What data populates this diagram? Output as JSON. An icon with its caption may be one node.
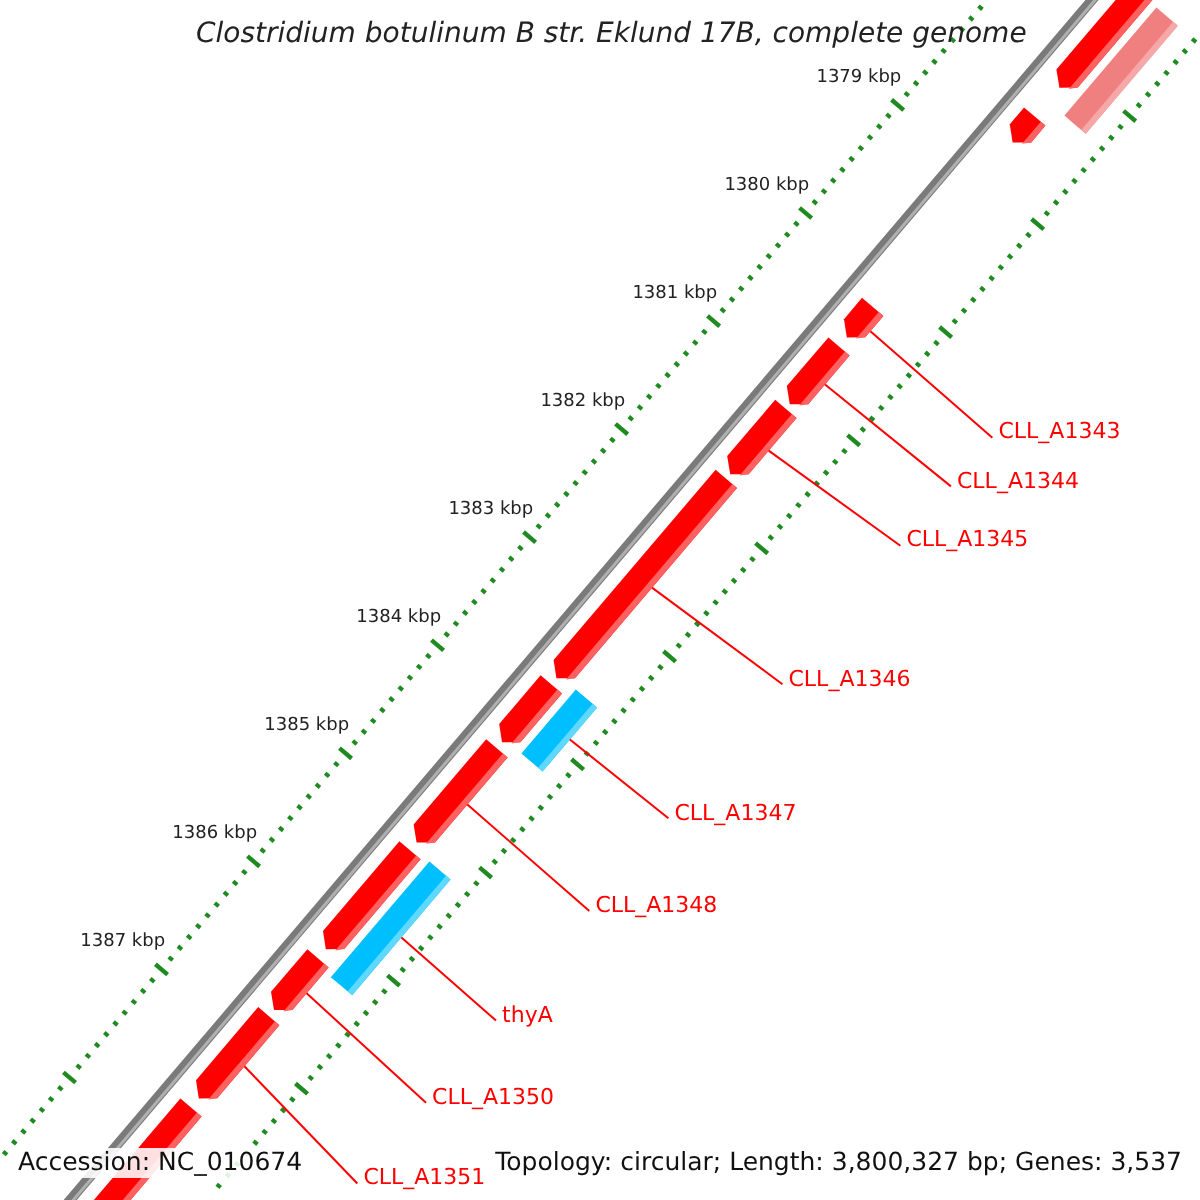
{
  "diagram": {
    "title": "Clostridium botulinum B str. Eklund 17B, complete genome",
    "nodes": [
      {
        "text": [
          "CLL_A1343"
        ]
      },
      {
        "text": [
          "CLL_A1344"
        ]
      },
      {
        "text": [
          "CLL_A1345"
        ]
      },
      {
        "text": [
          "CLL_A1346"
        ]
      },
      {
        "text": [
          "CLL_A1347"
        ]
      },
      {
        "text": [
          "CLL_A1348"
        ]
      },
      {
        "text": [
          "thyA"
        ]
      },
      {
        "text": [
          "CLL_A1350"
        ]
      },
      {
        "text": [
          "CLL_A1351"
        ]
      },
      {
        "text": [],
        "shape": "bar"
      },
      {
        "text": [],
        "shape": "bar"
      },
      {
        "text": [],
        "shape": "bar"
      },
      {
        "text": [],
        "shape": "bar"
      },
      {
        "text": [],
        "shape": "bar"
      },
      {
        "text": [],
        "shape": "bar"
      },
      {
        "text": [],
        "shape": "bar"
      },
      {
        "text": [],
        "shape": "bar"
      },
      {
        "text": [],
        "shape": "bar"
      },
      {
        "text": [],
        "shape": "bar"
      },
      {
        "text": [],
        "shape": "bar"
      },
      {
        "text": [],
        "shape": "bar"
      },
      {
        "text": [],
        "shape": "bar"
      },
      {
        "text": [],
        "shape": "bar"
      },
      {
        "text": [],
        "shape": "bar"
      }
    ],
    "edges": [
      {
        "from": 0,
        "to": 12,
        "arrow": "none"
      },
      {
        "from": 1,
        "to": 13,
        "arrow": "none"
      },
      {
        "from": 2,
        "to": 14,
        "arrow": "none"
      },
      {
        "from": 3,
        "to": 15,
        "arrow": "none"
      },
      {
        "from": 4,
        "to": 17,
        "arrow": "none"
      },
      {
        "from": 5,
        "to": 18,
        "arrow": "none"
      },
      {
        "from": 6,
        "to": 20,
        "arrow": "none"
      },
      {
        "from": 7,
        "to": 21,
        "arrow": "none"
      },
      {
        "from": 8,
        "to": 22,
        "arrow": "none"
      }
    ],
    "labels": [
      "1379 kbp",
      "1380 kbp",
      "1381 kbp",
      "1382 kbp",
      "1383 kbp",
      "1384 kbp",
      "1385 kbp",
      "1386 kbp",
      "1387 kbp",
      "Accession: NC_010674",
      "Topology: circular; Length: 3,800,327 bp; Genes: 3,537"
    ]
  }
}
